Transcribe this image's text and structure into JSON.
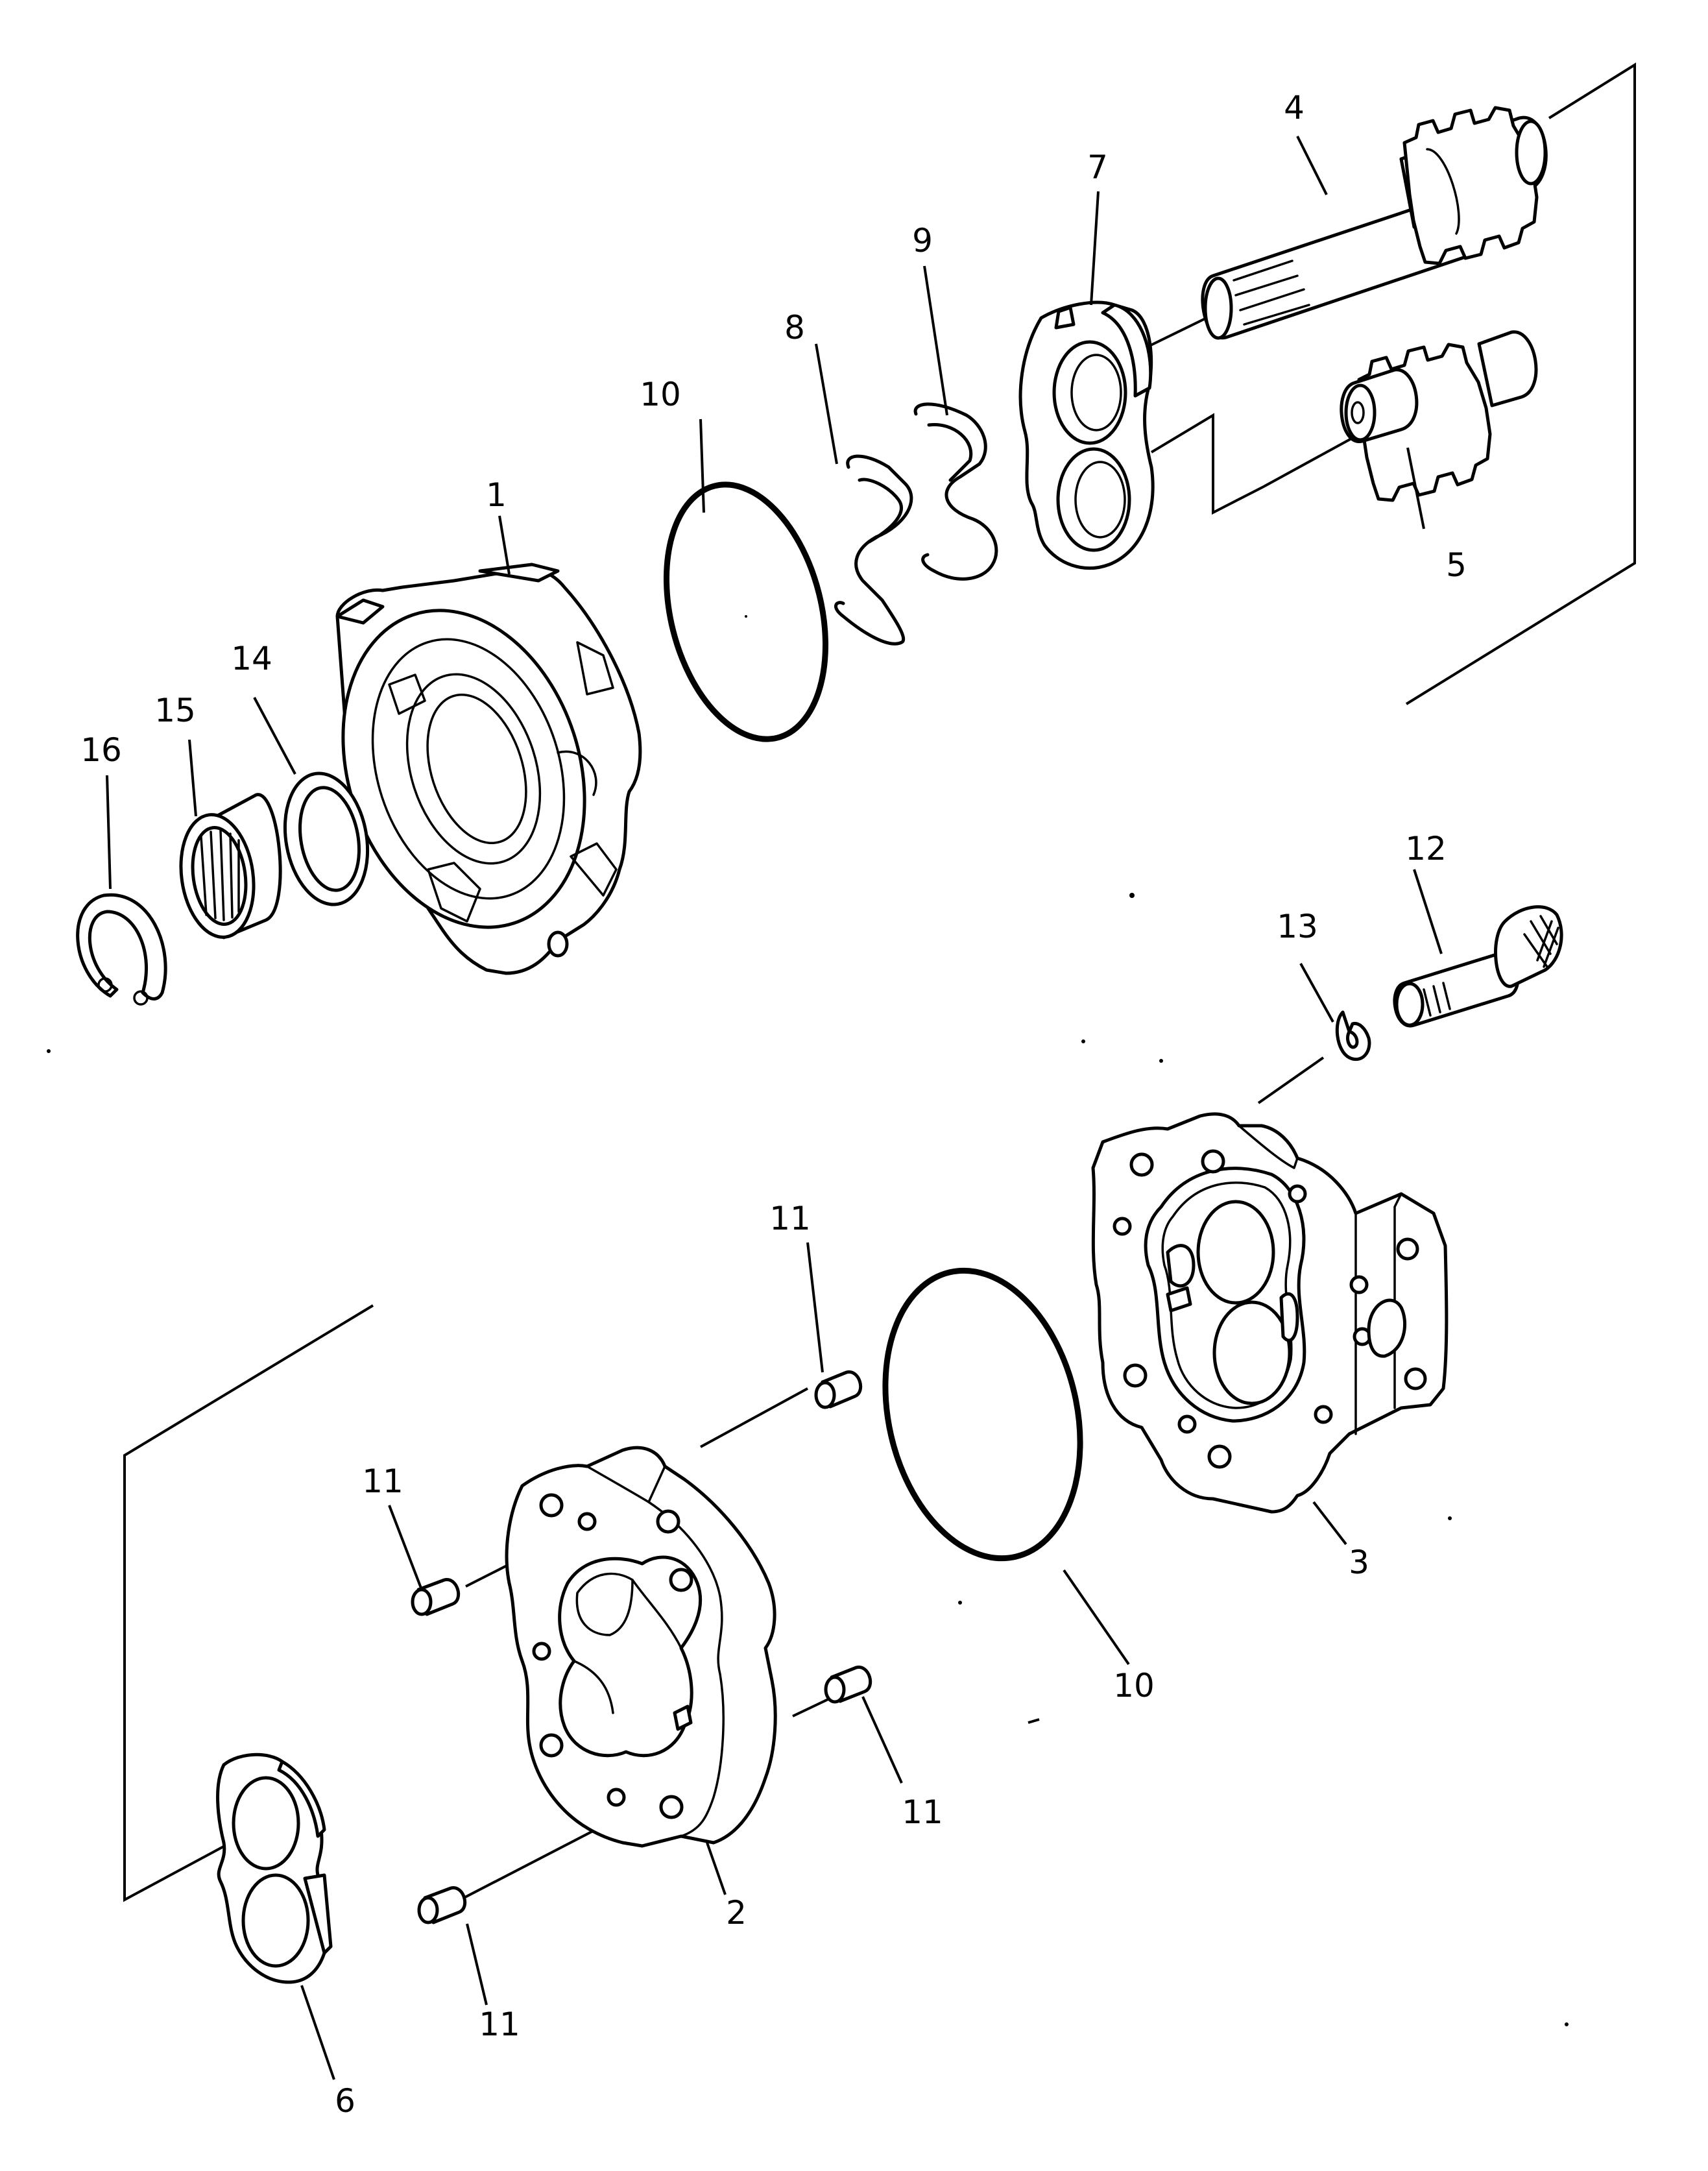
{
  "diagram": {
    "callouts": [
      {
        "id": "1",
        "text": "1"
      },
      {
        "id": "2",
        "text": "2"
      },
      {
        "id": "3",
        "text": "3"
      },
      {
        "id": "4",
        "text": "4"
      },
      {
        "id": "5",
        "text": "5"
      },
      {
        "id": "6",
        "text": "6"
      },
      {
        "id": "7",
        "text": "7"
      },
      {
        "id": "8",
        "text": "8"
      },
      {
        "id": "9",
        "text": "9"
      },
      {
        "id": "10a",
        "text": "10"
      },
      {
        "id": "10b",
        "text": "10"
      },
      {
        "id": "11a",
        "text": "11"
      },
      {
        "id": "11b",
        "text": "11"
      },
      {
        "id": "11c",
        "text": "11"
      },
      {
        "id": "11d",
        "text": "11"
      },
      {
        "id": "12",
        "text": "12"
      },
      {
        "id": "13",
        "text": "13"
      },
      {
        "id": "14",
        "text": "14"
      },
      {
        "id": "15",
        "text": "15"
      },
      {
        "id": "16",
        "text": "16"
      }
    ]
  }
}
